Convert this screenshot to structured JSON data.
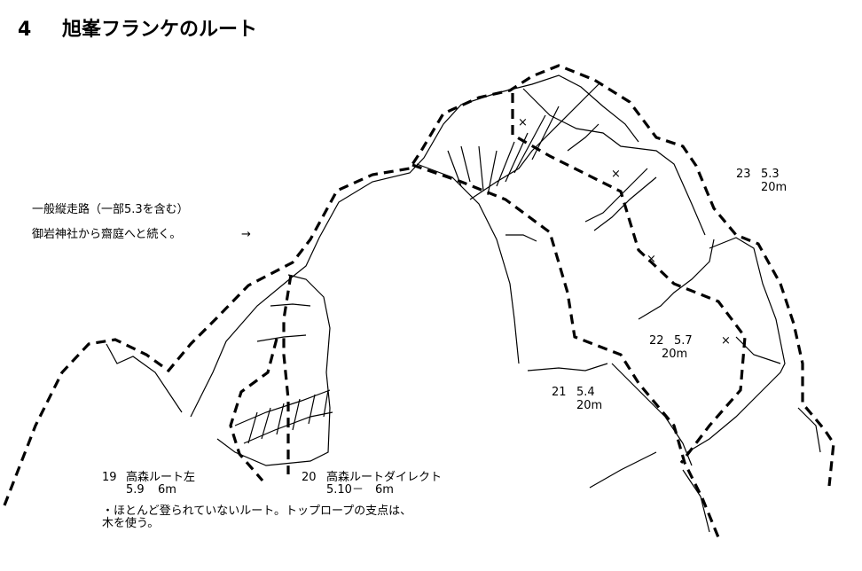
{
  "title": {
    "number": "4",
    "text": "旭峯フランケのルート"
  },
  "notes": {
    "line1": "一般縦走路（一部5.3を含む）",
    "line2": "御岩神社から齋庭へと続く。",
    "arrow": "→"
  },
  "routes": [
    {
      "number": "19",
      "name": "高森ルート左",
      "grade": "5.9",
      "length": "6m"
    },
    {
      "number": "20",
      "name": "高森ルートダイレクト",
      "grade": "5.10－",
      "length": "6m"
    },
    {
      "number": "21",
      "grade": "5.4",
      "length": "20m"
    },
    {
      "number": "22",
      "grade": "5.7",
      "length": "20m"
    },
    {
      "number": "23",
      "grade": "5.3",
      "length": "20m"
    }
  ],
  "footnote": {
    "line1": "・ほとんど登られていないルート。トップロープの支点は、",
    "line2": "木を使う。"
  },
  "markers": {
    "anchor_symbol": "×"
  }
}
